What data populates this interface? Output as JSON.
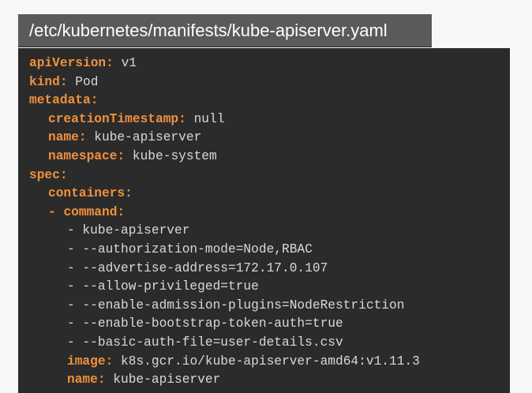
{
  "file_path": "/etc/kubernetes/manifests/kube-apiserver.yaml",
  "yaml": {
    "api_version_key": "apiVersion:",
    "api_version_val": " v1",
    "kind_key": "kind:",
    "kind_val": " Pod",
    "metadata_key": "metadata:",
    "creation_ts_key": "creationTimestamp:",
    "creation_ts_val": " null",
    "name_key": "name:",
    "name_val": " kube-apiserver",
    "namespace_key": "namespace:",
    "namespace_val": " kube-system",
    "spec_key": "spec:",
    "containers_key": "containers:",
    "command_dash": "- ",
    "command_key": "command:",
    "command_items": [
      "- kube-apiserver",
      "- --authorization-mode=Node,RBAC",
      "- --advertise-address=172.17.0.107",
      "- --allow-privileged=true",
      "- --enable-admission-plugins=NodeRestriction",
      "- --enable-bootstrap-token-auth=true",
      "- --basic-auth-file=user-details.csv"
    ],
    "image_key": "image:",
    "image_val": " k8s.gcr.io/kube-apiserver-amd64:v1.11.3",
    "container_name_key": "name:",
    "container_name_val": " kube-apiserver"
  },
  "colors": {
    "key": "#f0913c",
    "value": "#d8d8d8",
    "panel_bg": "#2b2b2b",
    "title_bg": "#5a5a5a"
  }
}
